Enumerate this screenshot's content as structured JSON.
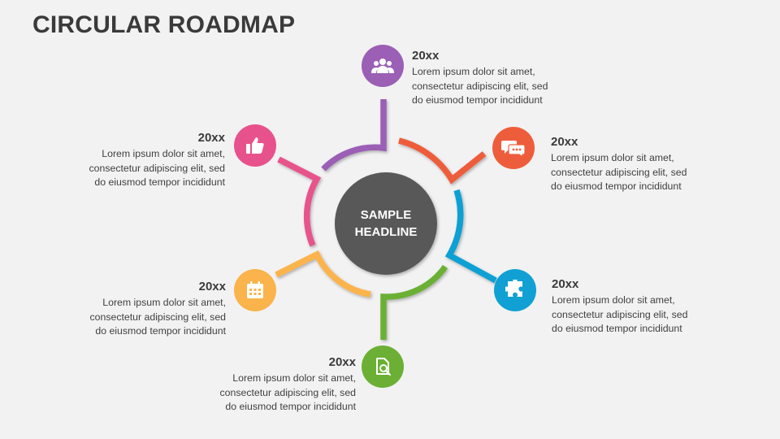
{
  "title": "CIRCULAR ROADMAP",
  "center": {
    "line1": "SAMPLE",
    "line2": "HEADLINE"
  },
  "colors": {
    "purple": "#9b5fb5",
    "orange": "#ee5d3b",
    "blue": "#10a0d4",
    "green": "#6bb034",
    "yellow": "#fbb34b",
    "pink": "#e8528c",
    "center": "#595959"
  },
  "milestones": [
    {
      "id": "purple",
      "icon": "team-icon",
      "year": "20xx",
      "lines": [
        "Lorem ipsum dolor sit amet,",
        "consectetur adipiscing elit, sed",
        "do eiusmod tempor incididunt"
      ]
    },
    {
      "id": "orange",
      "icon": "chat-icon",
      "year": "20xx",
      "lines": [
        "Lorem ipsum dolor sit amet,",
        "consectetur adipiscing elit, sed",
        "do eiusmod tempor incididunt"
      ]
    },
    {
      "id": "blue",
      "icon": "puzzle-icon",
      "year": "20xx",
      "lines": [
        "Lorem ipsum dolor sit amet,",
        "consectetur adipiscing elit, sed",
        "do eiusmod tempor incididunt"
      ]
    },
    {
      "id": "green",
      "icon": "document-search-icon",
      "year": "20xx",
      "lines": [
        "Lorem ipsum dolor sit amet,",
        "consectetur adipiscing elit, sed",
        "do eiusmod tempor incididunt"
      ]
    },
    {
      "id": "yellow",
      "icon": "calendar-icon",
      "year": "20xx",
      "lines": [
        "Lorem ipsum dolor sit amet,",
        "consectetur adipiscing elit, sed",
        "do eiusmod tempor incididunt"
      ]
    },
    {
      "id": "pink",
      "icon": "thumbs-up-icon",
      "year": "20xx",
      "lines": [
        "Lorem ipsum dolor sit amet,",
        "consectetur adipiscing elit, sed",
        "do eiusmod tempor incididunt"
      ]
    }
  ]
}
